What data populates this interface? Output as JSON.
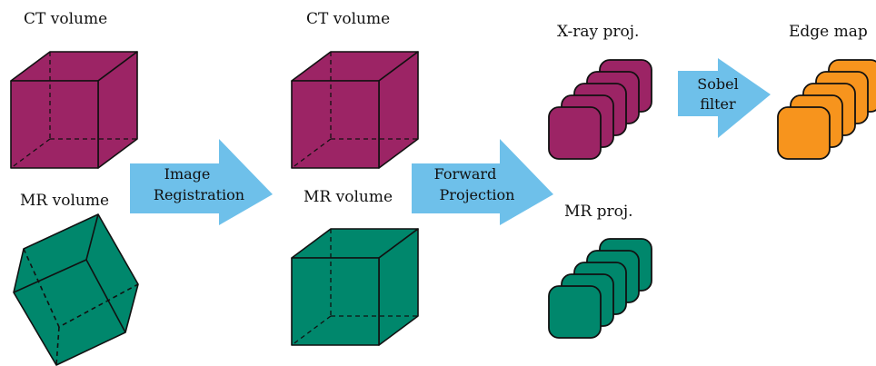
{
  "colors": {
    "ct": "#9c2465",
    "mr": "#00876c",
    "edge": "#f7941d",
    "arrow": "#6ec0ea",
    "stroke": "#111111"
  },
  "labels": {
    "ct_volume_1": "CT volume",
    "mr_volume_1": "MR volume",
    "ct_volume_2": "CT volume",
    "mr_volume_2": "MR volume",
    "xray_proj": "X-ray proj.",
    "mr_proj": "MR proj.",
    "edge_map": "Edge map"
  },
  "arrows": {
    "registration": [
      "Image",
      "Registration"
    ],
    "projection": [
      "Forward",
      "Projection"
    ],
    "sobel": [
      "Sobel",
      "filter"
    ]
  }
}
